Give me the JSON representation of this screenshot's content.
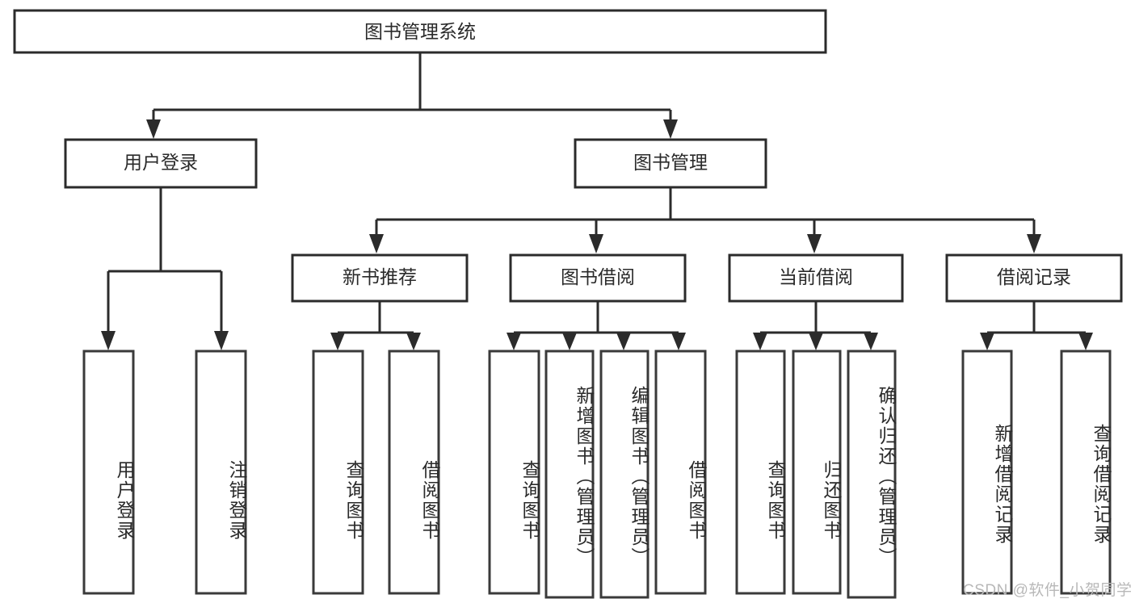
{
  "diagram": {
    "type": "tree",
    "title": "图书管理系统",
    "orientation": "top-down",
    "style": {
      "box_fill": "#ffffff",
      "box_stroke": "#2b2b2b",
      "text_color": "#2a2a2a",
      "background": "#ffffff",
      "watermark_color": "#b8b8b8"
    },
    "root": {
      "label": "图书管理系统",
      "level": 1
    },
    "level2": [
      {
        "label": "用户登录"
      },
      {
        "label": "图书管理"
      }
    ],
    "level3": [
      {
        "label": "新书推荐"
      },
      {
        "label": "图书借阅"
      },
      {
        "label": "当前借阅"
      },
      {
        "label": "借阅记录"
      }
    ],
    "leaves": {
      "user_login": [
        {
          "label": "用户登录"
        },
        {
          "label": "注销登录"
        }
      ],
      "new_book_recommend": [
        {
          "label": "查询图书"
        },
        {
          "label": "借阅图书"
        }
      ],
      "book_borrow": [
        {
          "label": "查询图书"
        },
        {
          "label": "新增图书（管理员）"
        },
        {
          "label": "编辑图书（管理员）"
        },
        {
          "label": "借阅图书"
        }
      ],
      "current_borrow": [
        {
          "label": "查询图书"
        },
        {
          "label": "归还图书"
        },
        {
          "label": "确认归还（管理员）"
        }
      ],
      "borrow_record": [
        {
          "label": "新增借阅记录"
        },
        {
          "label": "查询借阅记录"
        }
      ]
    }
  },
  "watermark": {
    "text": "CSDN @软件_小贺同学"
  }
}
